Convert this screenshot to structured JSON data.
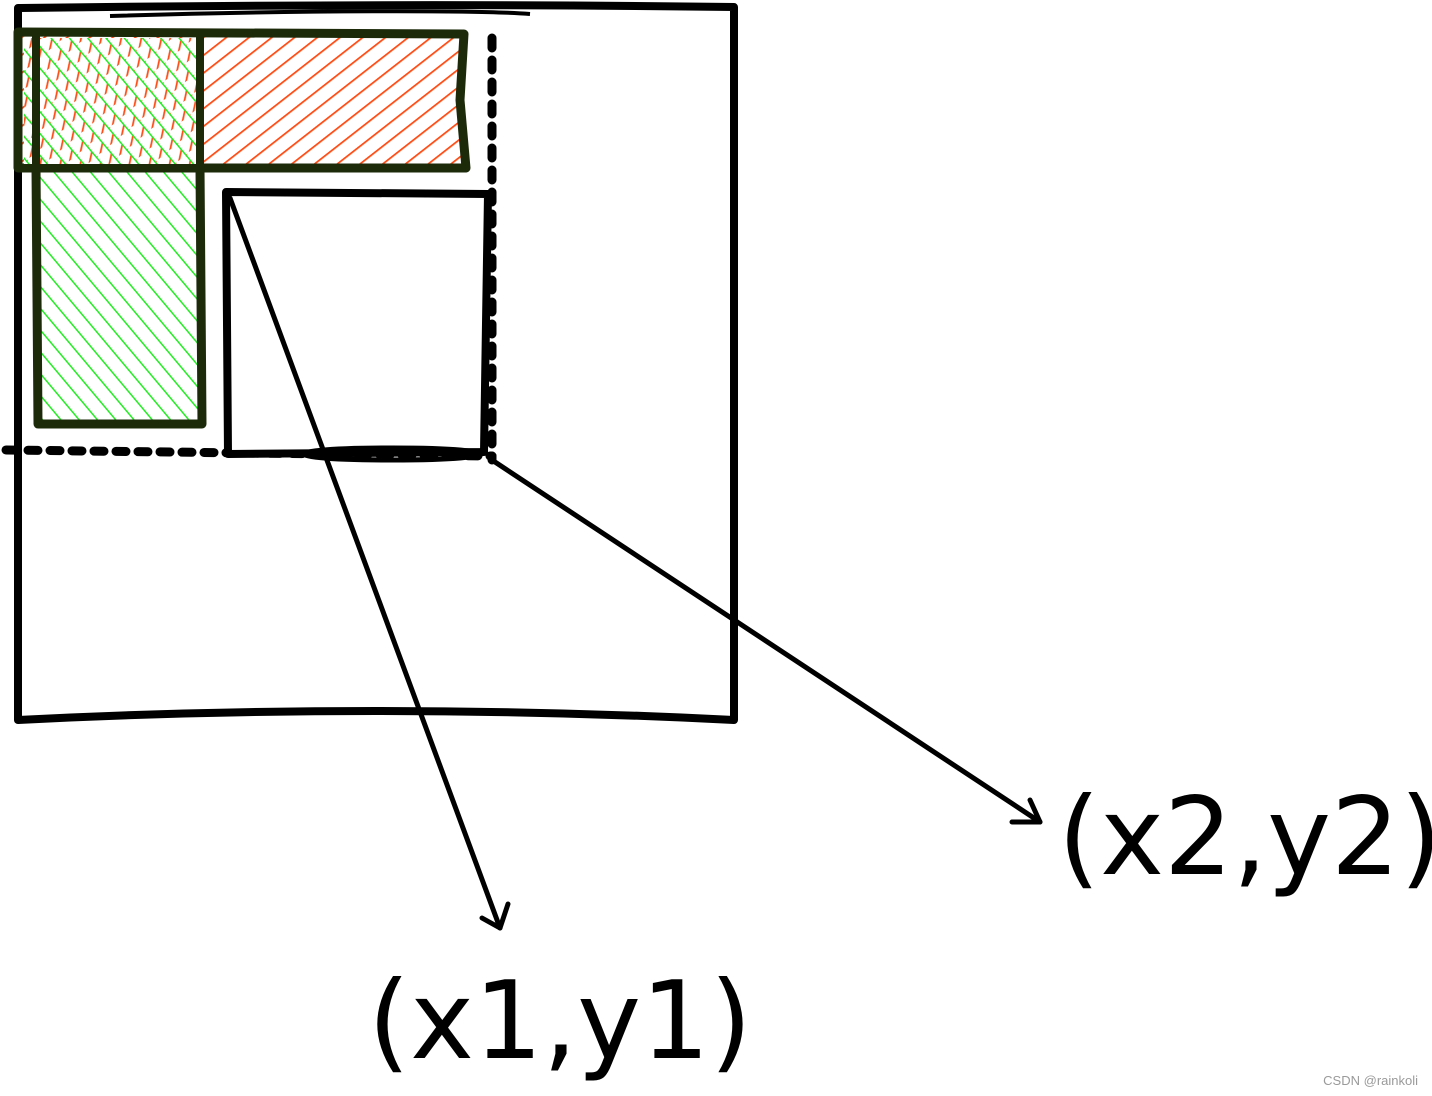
{
  "labels": {
    "point1": "(x1,y1)",
    "point2": "(x2,y2)"
  },
  "watermark": "CSDN @rainkoli",
  "colors": {
    "stroke": "#000000",
    "dark_region_border": "#1c2a0a",
    "row_fill": "#ff4a12",
    "column_fill": "#22ee22",
    "background": "#ffffff"
  }
}
